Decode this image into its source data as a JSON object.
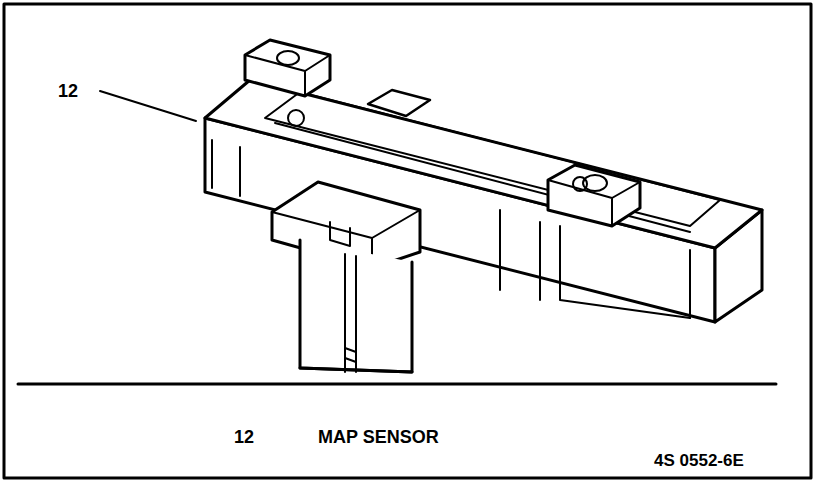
{
  "diagram": {
    "labels": [
      "12",
      "12",
      "MAP SENSOR",
      "4S 0552-6E"
    ]
  }
}
